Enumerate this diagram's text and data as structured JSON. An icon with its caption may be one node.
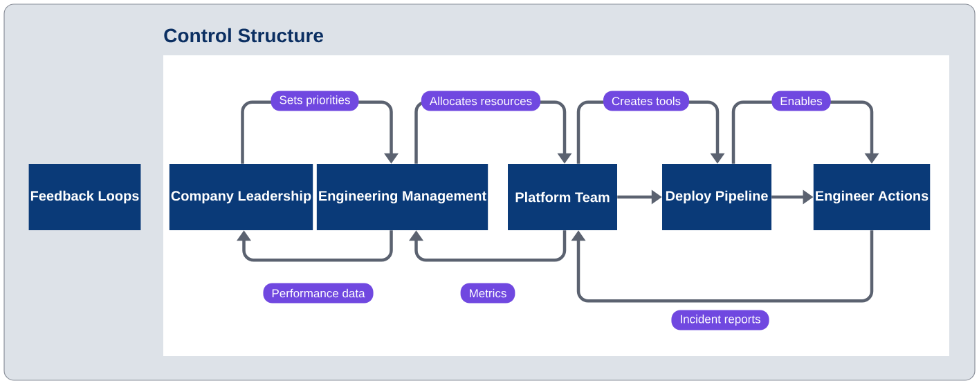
{
  "diagram": {
    "title": "Control Structure",
    "nodes": [
      {
        "text": [
          "Feedback Loops"
        ]
      },
      {
        "text": [
          "Company Leadership"
        ]
      },
      {
        "text": [
          "Engineering Management"
        ]
      },
      {
        "text": [
          "Platform Team"
        ]
      },
      {
        "text": [
          "Deploy Pipeline"
        ]
      },
      {
        "text": [
          "Engineer Actions"
        ]
      }
    ],
    "edges": [
      {
        "from": 1,
        "to": 2,
        "arrow": "to",
        "label": "Sets priorities"
      },
      {
        "from": 2,
        "to": 3,
        "arrow": "to",
        "label": "Allocates resources"
      },
      {
        "from": 3,
        "to": 4,
        "arrow": "to",
        "label": "Creates tools"
      },
      {
        "from": 4,
        "to": 5,
        "arrow": "to",
        "label": "Enables"
      },
      {
        "from": 3,
        "to": 4,
        "arrow": "to"
      },
      {
        "from": 4,
        "to": 5,
        "arrow": "to"
      },
      {
        "from": 2,
        "to": 1,
        "arrow": "to",
        "label": "Performance data"
      },
      {
        "from": 3,
        "to": 2,
        "arrow": "to",
        "label": "Metrics"
      },
      {
        "from": 5,
        "to": 3,
        "arrow": "to",
        "label": "Incident reports"
      }
    ]
  }
}
